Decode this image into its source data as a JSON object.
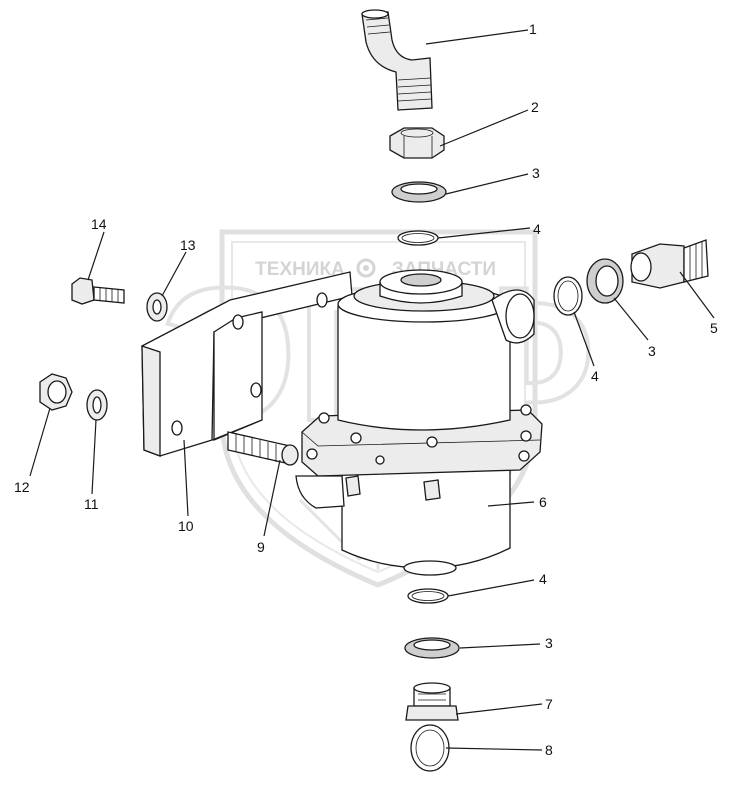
{
  "watermark": {
    "left_text": "ТЕХНИКА",
    "right_text": "ЗАПЧАСТИ",
    "logo_letters": "ЭПФ"
  },
  "callouts": [
    {
      "id": "c1",
      "label": "1"
    },
    {
      "id": "c2",
      "label": "2"
    },
    {
      "id": "c3a",
      "label": "3"
    },
    {
      "id": "c4a",
      "label": "4"
    },
    {
      "id": "c4b",
      "label": "4"
    },
    {
      "id": "c3b",
      "label": "3"
    },
    {
      "id": "c5",
      "label": "5"
    },
    {
      "id": "c6",
      "label": "6"
    },
    {
      "id": "c4c",
      "label": "4"
    },
    {
      "id": "c3c",
      "label": "3"
    },
    {
      "id": "c7",
      "label": "7"
    },
    {
      "id": "c8",
      "label": "8"
    },
    {
      "id": "c9",
      "label": "9"
    },
    {
      "id": "c10",
      "label": "10"
    },
    {
      "id": "c11",
      "label": "11"
    },
    {
      "id": "c12",
      "label": "12"
    },
    {
      "id": "c13",
      "label": "13"
    },
    {
      "id": "c14",
      "label": "14"
    }
  ]
}
